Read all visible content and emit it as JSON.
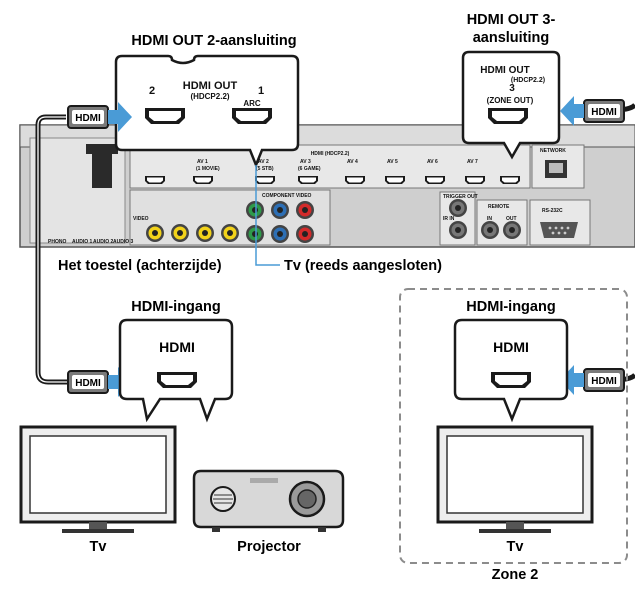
{
  "labels": {
    "hdmi_out2_title": "HDMI OUT 2-aansluiting",
    "hdmi_out3_title_line1": "HDMI OUT 3-",
    "hdmi_out3_title_line2": "aansluiting",
    "unit_rear": "Het toestel (achterzijde)",
    "tv_already_connected": "Tv (reeds aangesloten)",
    "hdmi_input_left": "HDMI-ingang",
    "hdmi_input_right": "HDMI-ingang",
    "tv_left": "Tv",
    "projector": "Projector",
    "tv_right": "Tv",
    "zone2": "Zone 2"
  },
  "callout_out2": {
    "title": "HDMI OUT",
    "subtitle": "(HDCP2.2)",
    "port_left": "2",
    "port_right": "1",
    "arc": "ARC"
  },
  "callout_out3": {
    "title": "HDMI OUT",
    "subtitle": "(HDCP2.2)",
    "port": "3",
    "zone": "(ZONE OUT)"
  },
  "input_callout_label": "HDMI",
  "cable_plug_label": "HDMI",
  "panel_labels": {
    "hdmi_header": "HDMI (HDCP2.2)",
    "av1": "AV 1",
    "av1_sub": "(1 MOVIE)",
    "av2": "AV 2",
    "av2_sub": "(5 STB)",
    "av3": "AV 3",
    "av3_sub": "(6 GAME)",
    "av4": "AV 4",
    "av5": "AV 5",
    "av6": "AV 6",
    "av7": "AV 7",
    "component_video": "COMPONENT VIDEO",
    "network": "NETWORK",
    "trigger_out": "TRIGGER OUT",
    "remote": "REMOTE",
    "rs232c": "RS-232C",
    "in": "IN",
    "out": "OUT",
    "video": "VIDEO",
    "phono": "PHONO",
    "audio1": "AUDIO 1",
    "audio2": "AUDIO 2",
    "audio3": "AUDIO 3",
    "ir_in": "IR IN"
  },
  "colors": {
    "arrow_blue": "#4a9bd6",
    "cable_dark": "#1a1a1a",
    "panel_gray": "#d6d6d6",
    "dashed_border": "#8c8c8c",
    "rca_yellow": "#f2d21a",
    "rca_green": "#2e9a4a",
    "rca_blue": "#2d6fb5",
    "rca_red": "#d22a2a"
  },
  "icons": [
    "hdmi-port-icon",
    "hdmi-plug-icon",
    "arrow-right-icon",
    "arrow-left-icon",
    "tv-icon",
    "projector-icon"
  ]
}
